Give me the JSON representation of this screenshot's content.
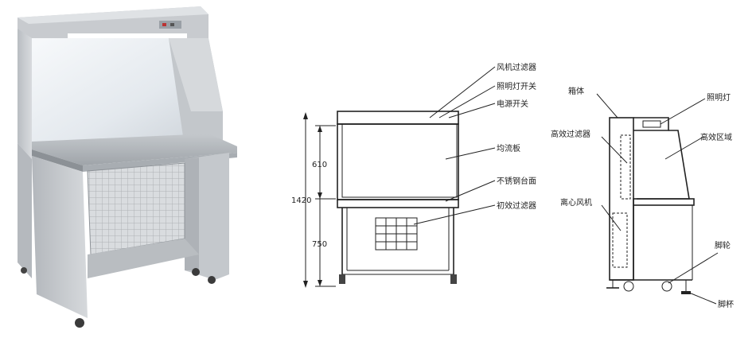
{
  "front_view": {
    "dimensions": {
      "total_height": "1420",
      "upper_height": "610",
      "lower_height": "750"
    },
    "labels": {
      "fan_filter": "风机过滤器",
      "light_switch": "照明灯开关",
      "power_switch": "电源开关",
      "filter_mesh": "均流板",
      "steel_worktop": "不锈钢台面",
      "pre_filter": "初效过滤器"
    }
  },
  "side_view": {
    "labels": {
      "cabinet": "箱体",
      "lamp": "照明灯",
      "hepa_filter": "高效过滤器",
      "work_zone": "高效区域",
      "centrifugal_fan": "离心风机",
      "caster": "脚轮",
      "foot": "脚杯"
    }
  },
  "colors": {
    "line": "#222222",
    "cabinet_body": "#c9ccd0",
    "light_glow": "#ffffff"
  }
}
